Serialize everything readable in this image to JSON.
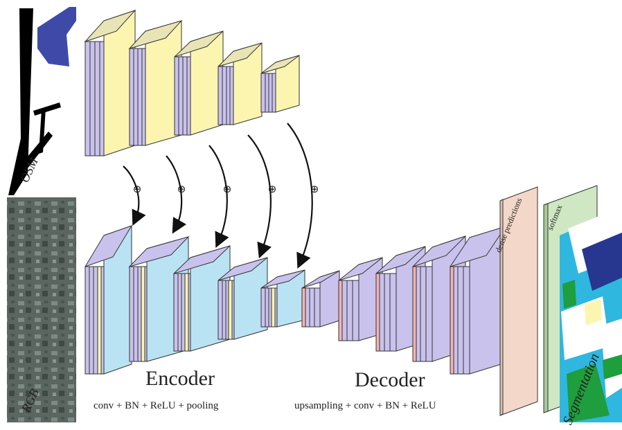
{
  "labels": {
    "osm": "OSM",
    "rgb": "RGB",
    "encoder": "Encoder",
    "encoder_ops": "conv + BN + ReLU + pooling",
    "decoder": "Decoder",
    "decoder_ops": "upsampling + conv + BN + ReLU",
    "dense_predictions": "dense predictions",
    "softmax": "softmax",
    "segmentation": "Segmentation"
  },
  "fusion_symbol": "⊕",
  "colors": {
    "osm_block": "#fbf5b0",
    "encoder_block": "#b9e3f2",
    "conv_layer": "#c9c2ec",
    "decoder_accent": "#f2b3b3",
    "dense_plane": "#f3d7c8",
    "softmax_plane": "#cfe8c3"
  }
}
